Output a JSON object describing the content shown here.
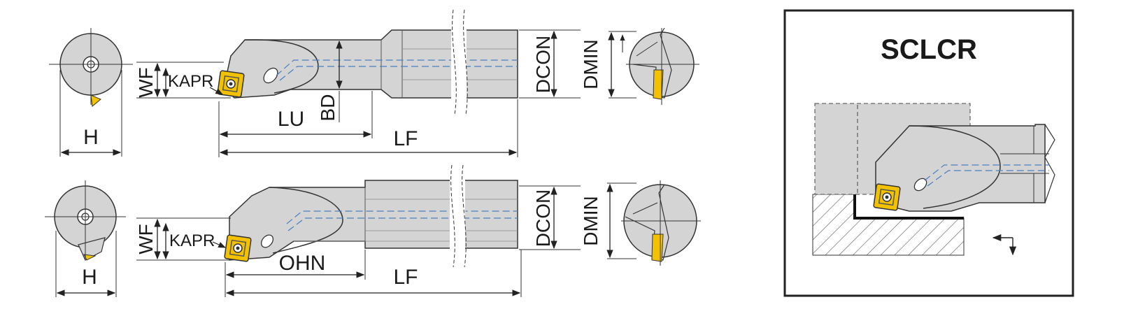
{
  "title": "SCLCR",
  "top_view": {
    "labels": {
      "h": "H",
      "wf": "WF",
      "kapr": "KAPR",
      "lu": "LU",
      "bd": "BD",
      "lf": "LF",
      "dcon": "DCON",
      "dmin": "DMIN"
    }
  },
  "bottom_view": {
    "labels": {
      "h": "H",
      "wf": "WF",
      "kapr": "KAPR",
      "ohn": "OHN",
      "lf": "LF",
      "dcon": "DCON",
      "dmin": "DMIN"
    }
  },
  "colors": {
    "body_fill": "#d4d4d4",
    "outline": "#3a3a3a",
    "insert_yellow": "#f2c200",
    "coolant_line": "#4a7fc1",
    "dim_line": "#222222"
  },
  "icons": {
    "direction": "feed-direction-arrows-icon"
  }
}
